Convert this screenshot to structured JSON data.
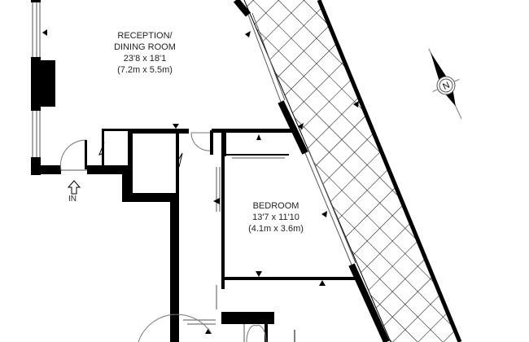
{
  "plan": {
    "type": "floor plan",
    "rooms": [
      {
        "name_line1": "RECEPTION/",
        "name_line2": "DINING ROOM",
        "imperial": "23'8 x 18'1",
        "metric": "(7.2m x 5.5m)"
      },
      {
        "name_line1": "BEDROOM",
        "imperial": "13'7 x 11'10",
        "metric": "(4.1m x 3.6m)"
      }
    ],
    "entrance_label": "IN",
    "compass": {
      "label": "N",
      "icon": "north-arrow-icon"
    },
    "colors": {
      "wall": "#000000",
      "line": "#555555",
      "background": "#ffffff",
      "text": "#222222"
    }
  }
}
